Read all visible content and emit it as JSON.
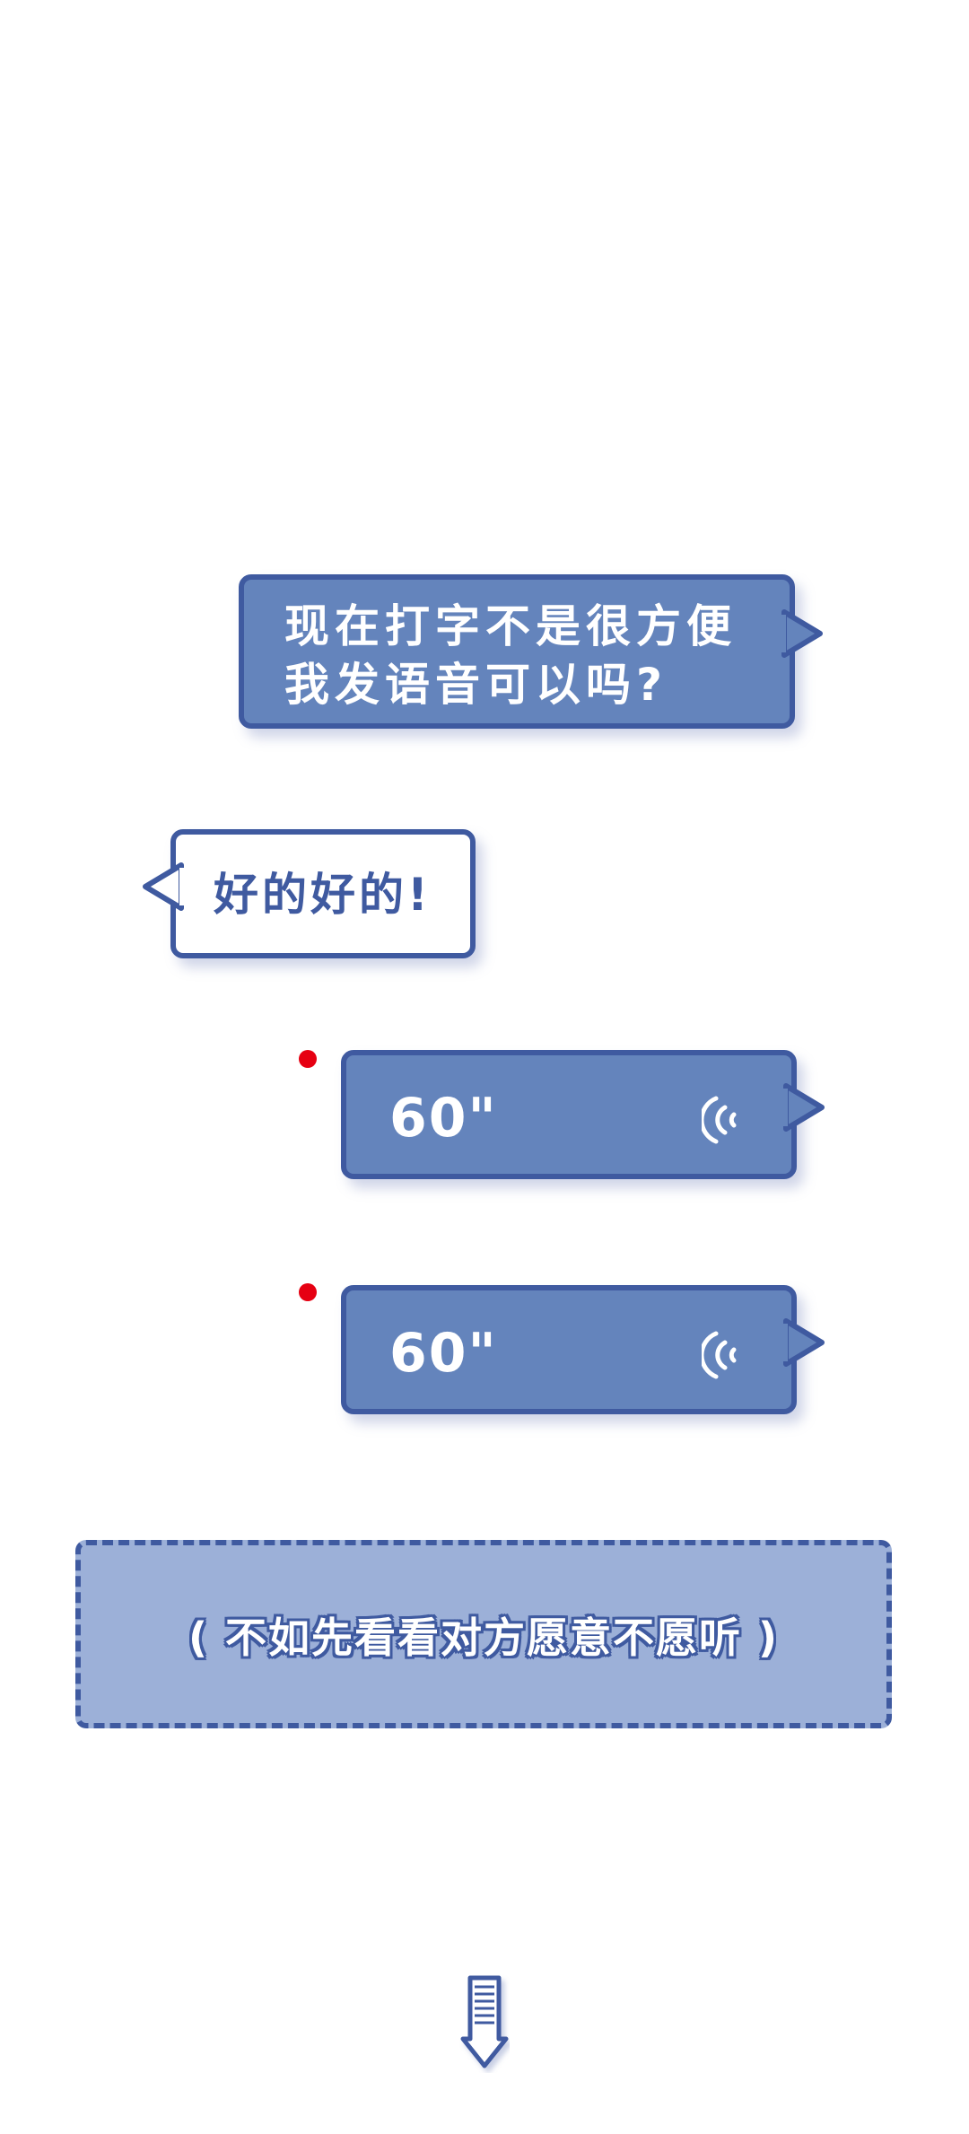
{
  "colors": {
    "outline": "#3f5aa0",
    "bubble_blue": "#6484bc",
    "note_fill": "#9cb0d8",
    "unread_dot": "#e60012",
    "background": "#ffffff"
  },
  "messages": {
    "outgoing_text_line1": "现在打字不是很方便",
    "outgoing_text_line2": "我发语音可以吗?",
    "incoming_reply": "好的好的!",
    "voice_1_duration": "60\"",
    "voice_2_duration": "60\""
  },
  "icons": {
    "voice_wave": "voice-wave-icon",
    "down_arrow": "down-arrow-icon"
  },
  "note": {
    "text": "( 不如先看看对方愿意不愿听 )"
  }
}
